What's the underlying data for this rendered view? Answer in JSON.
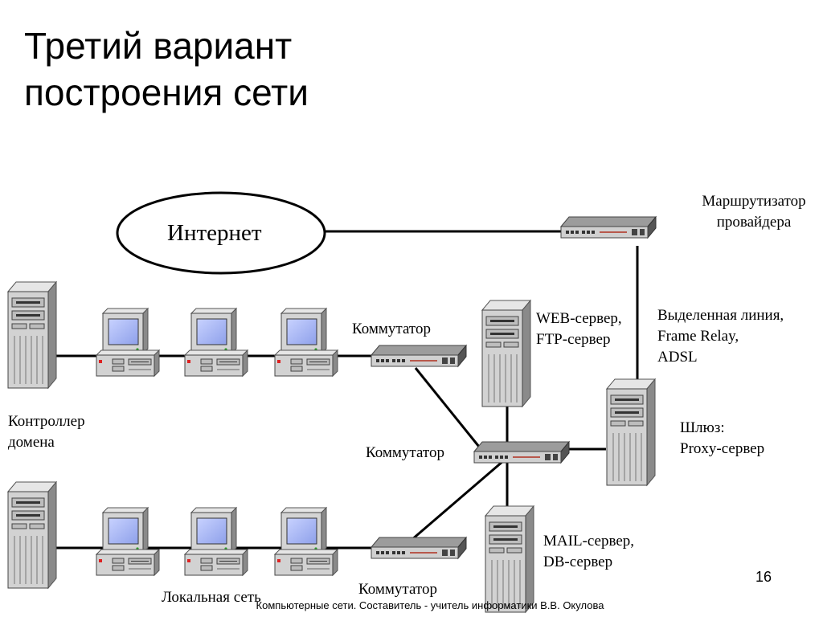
{
  "slide": {
    "title_line1": "Третий вариант",
    "title_line2": "построения сети",
    "number": "16",
    "footer": "Компьютерные сети. Составитель - учитель информатики В.В. Окулова"
  },
  "diagram": {
    "internet": "Интернет",
    "provider_router": [
      "Маршрутизатор",
      "провайдера"
    ],
    "leased_line": [
      "Выделенная линия,",
      "Frame Relay,",
      "ADSL"
    ],
    "web_server": [
      "WEB-сервер,",
      "FTP-сервер"
    ],
    "gateway": [
      "Шлюз:",
      "Proxy-сервер"
    ],
    "mail_server": [
      "MAIL-сервер,",
      "DB-сервер"
    ],
    "domain_controller": [
      "Контроллер",
      "домена"
    ],
    "switch_top": "Коммутатор",
    "switch_center": "Коммутатор",
    "switch_bottom": "Коммутатор",
    "lan": "Локальная сеть"
  }
}
